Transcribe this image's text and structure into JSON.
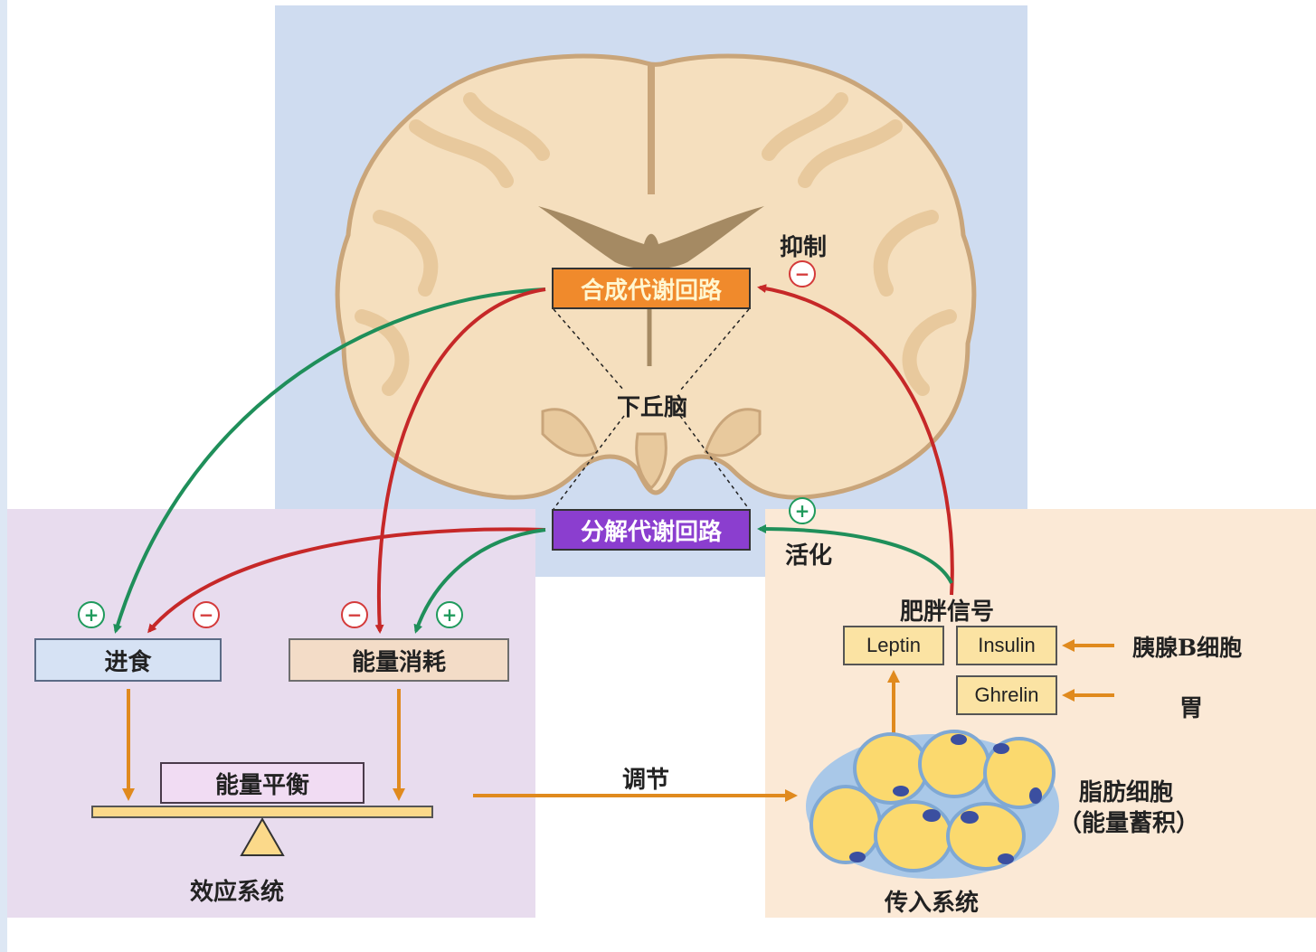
{
  "hypothalamus_label": "下丘脑",
  "anabolic_circuit": "合成代谢回路",
  "catabolic_circuit": "分解代谢回路",
  "inhibit_label": "抑制",
  "activate_label": "活化",
  "food_intake": "进食",
  "energy_expenditure": "能量消耗",
  "energy_balance": "能量平衡",
  "effector_system": "效应系统",
  "regulate_label": "调节",
  "obesity_signals": "肥胖信号",
  "leptin": "Leptin",
  "insulin": "Insulin",
  "ghrelin": "Ghrelin",
  "pancreas_cells": "胰腺B细胞",
  "stomach": "胃",
  "adipocytes_line1": "脂肪细胞",
  "adipocytes_line2": "（能量蓄积）",
  "afferent_system": "传入系统",
  "signs": {
    "plus": "+",
    "minus": "−"
  },
  "colors": {
    "anabolic": "#f08a2c",
    "catabolic": "#8b3ecf",
    "stimulatory_arrow": "#1f8f5a",
    "inhibitory_arrow": "#c62828",
    "flow_arrow": "#e08a1e",
    "brain_tissue": "#f5dfbe",
    "brain_outline": "#c9a57a",
    "ventricle": "#a58a63",
    "fat_cell": "#fbd96e",
    "fat_membrane": "#a9c8e8",
    "nucleus": "#3b4fa0"
  }
}
